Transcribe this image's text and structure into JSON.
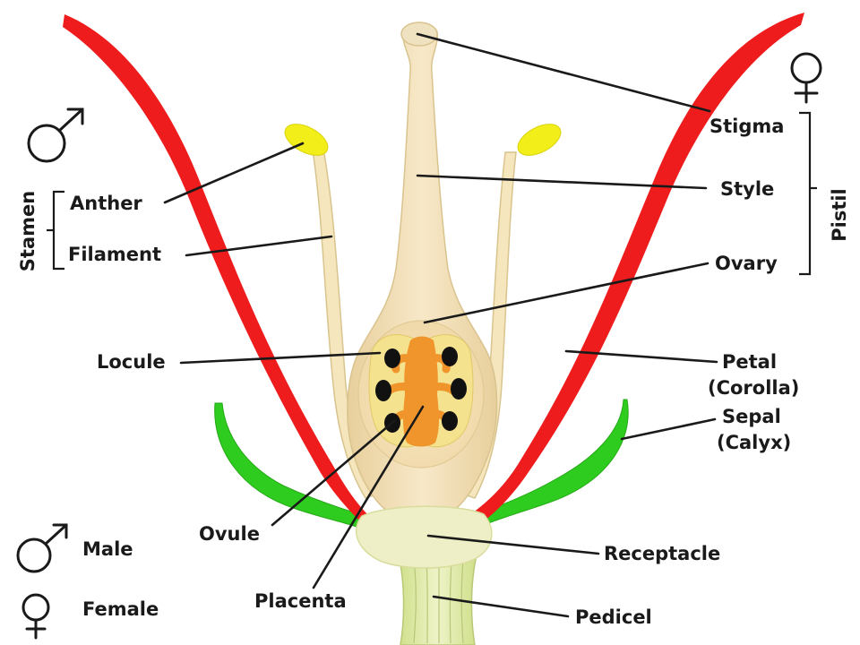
{
  "labels": {
    "stigma": "Stigma",
    "style": "Style",
    "ovary": "Ovary",
    "pistil": "Pistil",
    "stamen": "Stamen",
    "anther": "Anther",
    "filament": "Filament",
    "locule": "Locule",
    "petal": "Petal",
    "corolla": "(Corolla)",
    "sepal": "Sepal",
    "calyx": "(Calyx)",
    "ovule": "Ovule",
    "receptacle": "Receptacle",
    "placenta": "Placenta",
    "pedicel": "Pedicel"
  },
  "legend": {
    "male": "Male",
    "female": "Female"
  },
  "colors": {
    "petal": "#ee1c1c",
    "sepal": "#2ecc1e",
    "anther": "#f2ee1a",
    "tissue": "#f3e0b8",
    "tissue_edge": "#d9c38e",
    "placenta": "#f0952c",
    "ovule": "#111111",
    "receptacle": "#eeefc6",
    "pedicel": "#dde9a4"
  },
  "icons": {
    "male": "male-symbol-icon",
    "female": "female-symbol-icon"
  }
}
